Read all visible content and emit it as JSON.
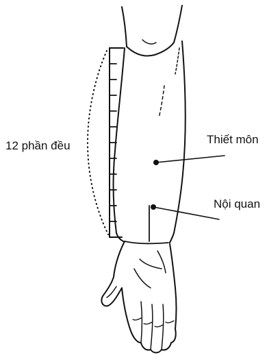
{
  "labels": {
    "scale": "12 phần đều",
    "point_upper": "Thiết môn",
    "point_lower": "Nội quan"
  },
  "colors": {
    "ink": "#111111",
    "background": "#ffffff"
  }
}
